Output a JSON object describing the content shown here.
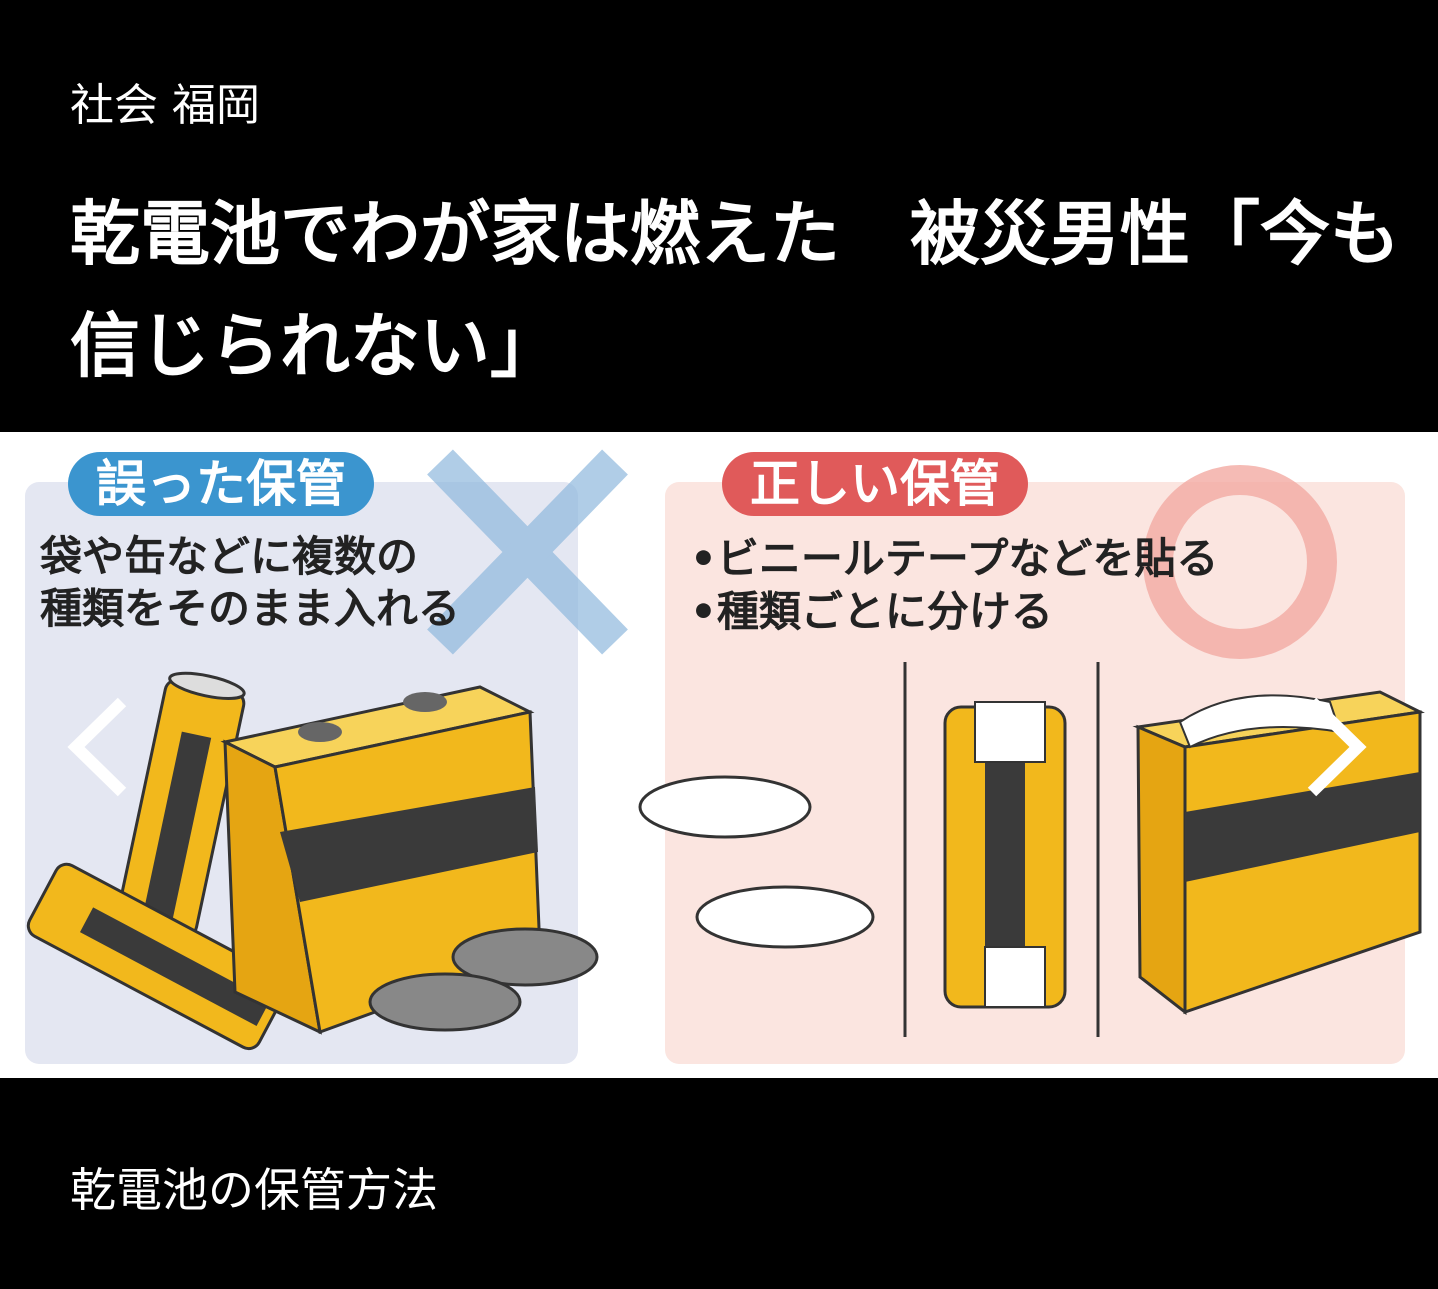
{
  "article": {
    "category": "社会 福岡",
    "headline": "乾電池でわが家は燃えた　被災男性「今も信じられない」"
  },
  "gallery": {
    "image": {
      "wrong_label": "誤った保管",
      "wrong_text_line1": "袋や缶などに複数の",
      "wrong_text_line2": "種類をそのまま入れる",
      "right_label": "正しい保管",
      "right_text_line1": "•ビニールテープなどを貼る",
      "right_text_line2": "•種類ごとに分ける"
    },
    "caption": "乾電池の保管方法",
    "prev_icon": "chevron-left-icon",
    "next_icon": "chevron-right-icon"
  },
  "colors": {
    "wrong_accent": "#3b95cf",
    "right_accent": "#e05a5a",
    "battery_yellow": "#f2b81c",
    "battery_band": "#3a3a3a"
  }
}
